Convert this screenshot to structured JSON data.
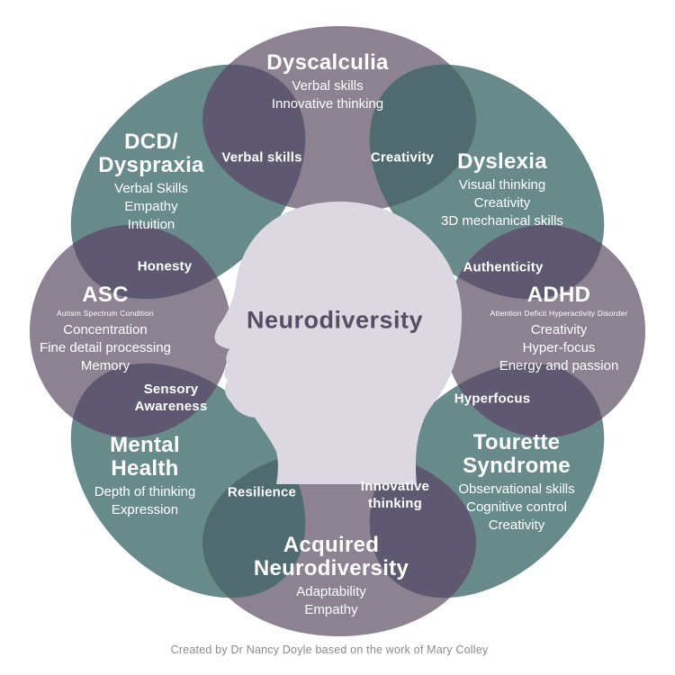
{
  "center": {
    "title": "Neurodiversity"
  },
  "credit": "Created by Dr Nancy Doyle based on the work of Mary Colley",
  "colors": {
    "petal_purple": "#8c8292",
    "petal_teal": "#688a8b",
    "overlap_purple": "#5f5871",
    "overlap_teal": "#4f6b70",
    "head": "#dbd8e1",
    "center_text": "#574e66",
    "label_text": "#ffffff",
    "credit_text": "#8b8b8b",
    "background": "#ffffff"
  },
  "petals": [
    {
      "id": "dyscalculia",
      "title": "Dyscalculia",
      "subtitle": "",
      "color": "purple",
      "strengths": [
        "Verbal skills",
        "Innovative thinking"
      ]
    },
    {
      "id": "dyslexia",
      "title": "Dyslexia",
      "subtitle": "",
      "color": "teal",
      "strengths": [
        "Visual thinking",
        "Creativity",
        "3D mechanical skills"
      ]
    },
    {
      "id": "adhd",
      "title": "ADHD",
      "subtitle": "Attention Deficit Hyperactivity Disorder",
      "color": "purple",
      "strengths": [
        "Creativity",
        "Hyper-focus",
        "Energy and passion"
      ]
    },
    {
      "id": "tourette-syndrome",
      "title": "Tourette Syndrome",
      "subtitle": "",
      "color": "teal",
      "strengths": [
        "Observational skills",
        "Cognitive control",
        "Creativity"
      ]
    },
    {
      "id": "acquired-neurodiversity",
      "title": "Acquired Neurodiversity",
      "subtitle": "",
      "color": "purple",
      "strengths": [
        "Adaptability",
        "Empathy"
      ]
    },
    {
      "id": "mental-health",
      "title": "Mental Health",
      "subtitle": "",
      "color": "teal",
      "strengths": [
        "Depth of thinking",
        "Expression"
      ]
    },
    {
      "id": "asc",
      "title": "ASC",
      "subtitle": "Autism Spectrum Condition",
      "color": "purple",
      "strengths": [
        "Concentration",
        "Fine detail processing",
        "Memory"
      ]
    },
    {
      "id": "dcd-dyspraxia",
      "title": "DCD/ Dyspraxia",
      "subtitle": "",
      "color": "teal",
      "strengths": [
        "Verbal Skills",
        "Empathy",
        "Intuition"
      ]
    }
  ],
  "overlaps": [
    {
      "between": "dcd-dyspraxia + dyscalculia",
      "label": "Verbal skills"
    },
    {
      "between": "dyscalculia + dyslexia",
      "label": "Creativity"
    },
    {
      "between": "dyslexia + adhd",
      "label": "Authenticity"
    },
    {
      "between": "adhd + tourette-syndrome",
      "label": "Hyperfocus"
    },
    {
      "between": "tourette-syndrome + acquired-neurodiversity",
      "label": "Innovative thinking"
    },
    {
      "between": "acquired-neurodiversity + mental-health",
      "label": "Resilience"
    },
    {
      "between": "mental-health + asc",
      "label": "Sensory Awareness"
    },
    {
      "between": "asc + dcd-dyspraxia",
      "label": "Honesty"
    }
  ]
}
